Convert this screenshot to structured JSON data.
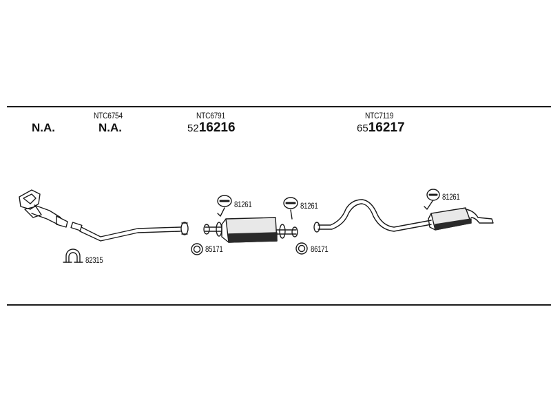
{
  "columns": [
    {
      "oe": "",
      "code": "N.A.",
      "price_small": "",
      "price_big": ""
    },
    {
      "oe": "NTC6754",
      "code": "N.A.",
      "price_small": "",
      "price_big": ""
    },
    {
      "oe": "NTC6791",
      "code": "",
      "price_small": "52",
      "price_big": "16216"
    },
    {
      "oe": "NTC7119",
      "code": "",
      "price_small": "65",
      "price_big": "16217"
    }
  ],
  "part_labels": {
    "clamp_front": "82315",
    "ring_front": "85171",
    "ring_mid": "86171",
    "hanger_1": "81261",
    "hanger_2": "81261",
    "hanger_3": "81261"
  },
  "colors": {
    "line": "#1a1a1a",
    "muffler_fill": "#e8e8e8",
    "muffler_shadow": "#2a2a2a"
  }
}
